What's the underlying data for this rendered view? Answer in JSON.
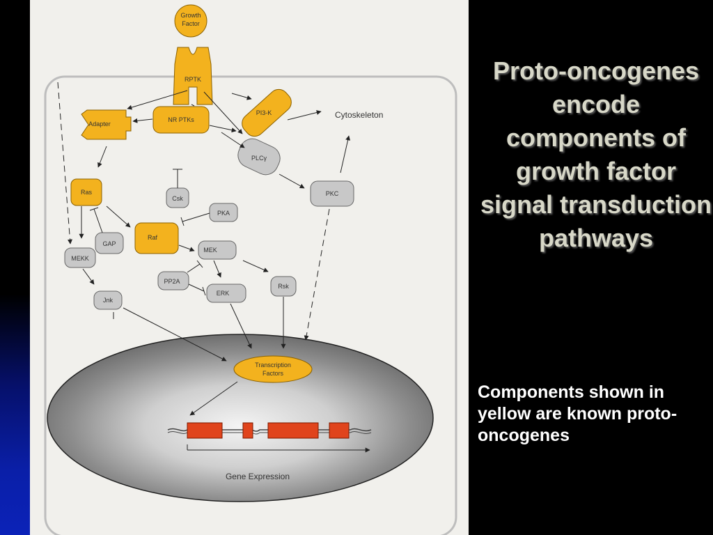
{
  "slide": {
    "title": "Proto-oncogenes encode components of growth factor signal transduction pathways",
    "body": "Components shown in yellow are known proto-oncogenes"
  },
  "diagram": {
    "growth_factor_line1": "Growth",
    "growth_factor_line2": "Factor",
    "rptk": "RPTK",
    "adapter": "Adapter",
    "nr_ptks": "NR PTKs",
    "pi3k": "PI3-K",
    "cytoskeleton": "Cytoskeleton",
    "plcy": "PLCγ",
    "pkc": "PKC",
    "csk": "Csk",
    "ras": "Ras",
    "pka": "PKA",
    "gap": "GAP",
    "raf": "Raf",
    "mekk": "MEKK",
    "mek": "MEK",
    "pp2a": "PP2A",
    "rsk": "Rsk",
    "erk": "ERK",
    "jnk": "Jnk",
    "tf_line1": "Transcription",
    "tf_line2": "Factors",
    "gene_expression": "Gene Expression"
  },
  "colors": {
    "proto_oncogene": "#f3b21e",
    "other_component": "#c8c8c8",
    "gene_exon": "#e0441c"
  }
}
